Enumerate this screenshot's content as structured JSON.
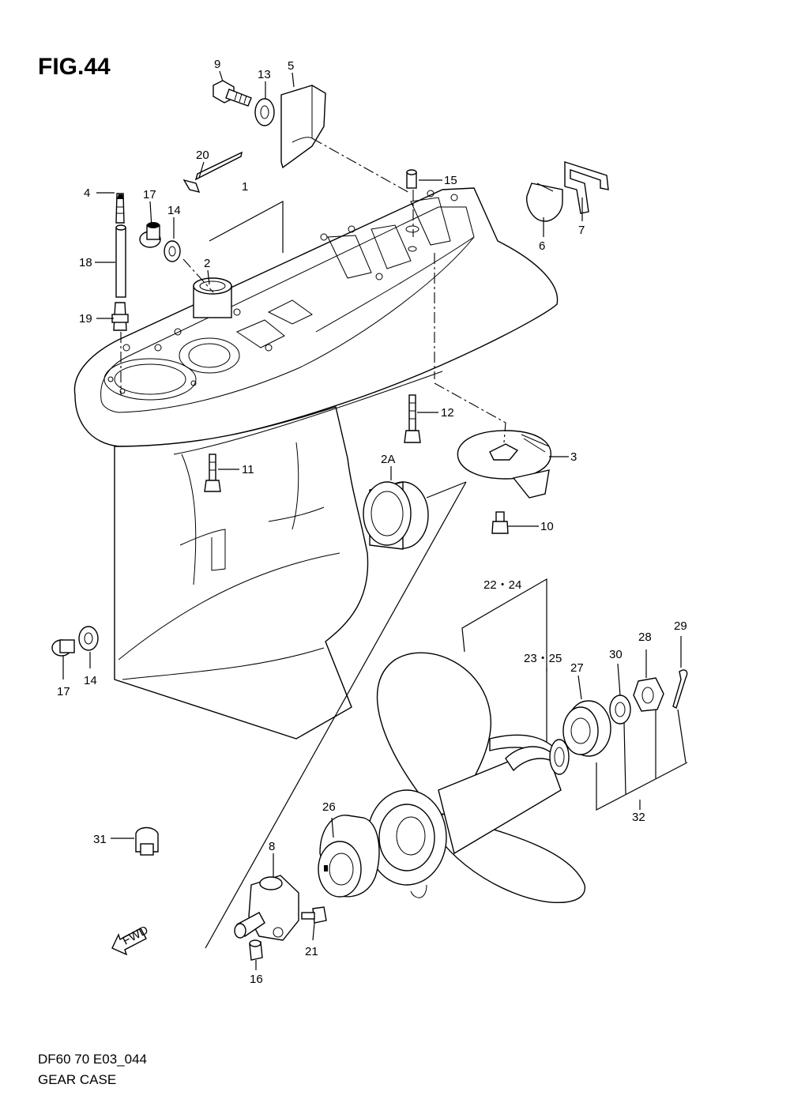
{
  "figure": {
    "title": "FIG.44",
    "code": "DF60 70 E03_044",
    "name": "GEAR CASE"
  },
  "direction_tag": "FWD",
  "callouts": {
    "c9": "9",
    "c13": "13",
    "c5": "5",
    "c20": "20",
    "c15": "15",
    "c4": "4",
    "c17a": "17",
    "c14a": "14",
    "c1": "1",
    "c2": "2",
    "c18": "18",
    "c19": "19",
    "c6": "6",
    "c7": "7",
    "c12": "12",
    "c3": "3",
    "c11": "11",
    "c2A": "2A",
    "c10": "10",
    "c22_24": "22・24",
    "c23_25": "23・25",
    "c27": "27",
    "c30": "30",
    "c28": "28",
    "c29": "29",
    "c17b": "17",
    "c14b": "14",
    "c32": "32",
    "c26": "26",
    "c31": "31",
    "c8": "8",
    "c21": "21",
    "c16": "16"
  }
}
